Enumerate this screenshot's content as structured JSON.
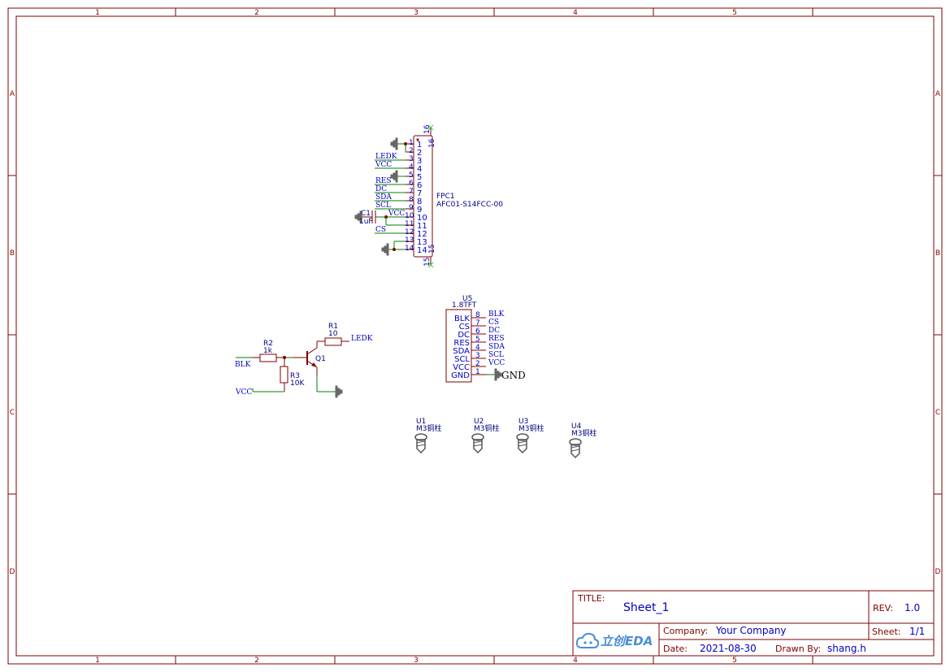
{
  "sheet": {
    "columns": [
      "1",
      "2",
      "3",
      "4",
      "5"
    ],
    "rows": [
      "A",
      "B",
      "C",
      "D"
    ]
  },
  "title_block": {
    "title_label": "TITLE:",
    "title_value": "Sheet_1",
    "rev_label": "REV:",
    "rev_value": "1.0",
    "company_label": "Company:",
    "company_value": "Your Company",
    "sheet_label": "Sheet:",
    "sheet_value": "1/1",
    "date_label": "Date:",
    "date_value": "2021-08-30",
    "drawn_label": "Drawn By:",
    "drawn_value": "shang.h",
    "logo_text": "立创EDA"
  },
  "fpc1": {
    "designator": "FPC1",
    "part": "AFC01-S14FCC-00",
    "pins": [
      "1",
      "2",
      "3",
      "4",
      "5",
      "6",
      "7",
      "8",
      "9",
      "10",
      "11",
      "12",
      "13",
      "14"
    ],
    "pin_names": [
      "1",
      "2",
      "3",
      "4",
      "5",
      "6",
      "7",
      "8",
      "9",
      "10",
      "11",
      "12",
      "13",
      "14"
    ],
    "side_pins": [
      "16",
      "15"
    ],
    "side_pin_names": [
      "16",
      "15"
    ],
    "nets": [
      "LEDK",
      "VCC",
      "RES",
      "DC",
      "SDA",
      "SCL",
      "VCC",
      "CS"
    ]
  },
  "c1": {
    "designator": "C1",
    "value": "1uF"
  },
  "u5": {
    "designator": "U5",
    "value": "1.8TFT",
    "pin_names": [
      "BLK",
      "CS",
      "DC",
      "RES",
      "SDA",
      "SCL",
      "VCC",
      "GND"
    ],
    "pin_numbers": [
      "8",
      "7",
      "6",
      "5",
      "4",
      "3",
      "2",
      "1"
    ],
    "nets": [
      "BLK",
      "CS",
      "DC",
      "RES",
      "SDA",
      "SCL",
      "VCC",
      "GND"
    ]
  },
  "r1": {
    "designator": "R1",
    "value": "10",
    "net": "LEDK"
  },
  "r2": {
    "designator": "R2",
    "value": "1k",
    "net": "BLK"
  },
  "r3": {
    "designator": "R3",
    "value": "10K",
    "net": "VCC"
  },
  "q1": {
    "designator": "Q1"
  },
  "standoffs": [
    {
      "designator": "U1",
      "value": "M3铜柱"
    },
    {
      "designator": "U2",
      "value": "M3铜柱"
    },
    {
      "designator": "U3",
      "value": "M3铜柱"
    },
    {
      "designator": "U4",
      "value": "M3铜柱"
    }
  ]
}
